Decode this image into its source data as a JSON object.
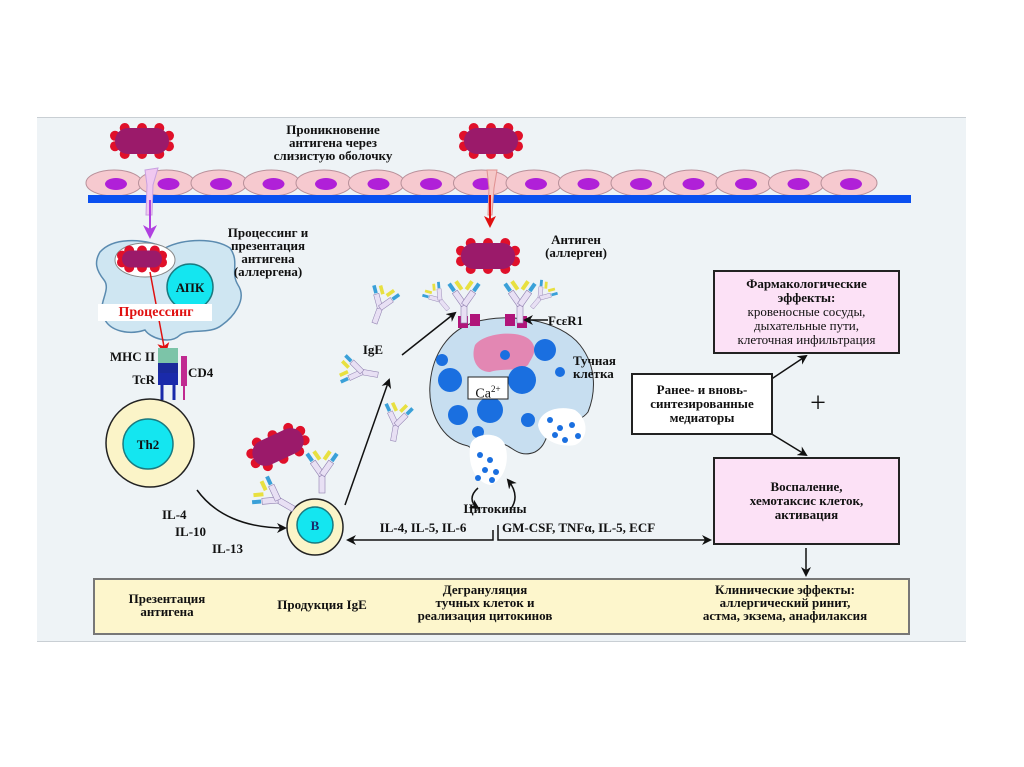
{
  "labels": {
    "penetration": [
      "Проникновение",
      "антигена через",
      "слизистую оболочку"
    ],
    "processing_presentation": [
      "Процессинг и",
      "презентация",
      "антигена",
      "(аллергена)"
    ],
    "apc": "АПК",
    "processing": "Процессинг",
    "mhc": "MHC II",
    "tcr": "TcR",
    "cd4": "CD4",
    "th2": "Th2",
    "b_cell": "B",
    "il_left": [
      "IL-4",
      "IL-10",
      "IL-13"
    ],
    "ige": "IgE",
    "antigen": [
      "Антиген",
      "(аллерген)"
    ],
    "fceri": "FcεR1",
    "mast_cell": [
      "Тучная",
      "клетка"
    ],
    "calcium": "Ca",
    "calcium_sup": "2+",
    "cytokines": "Цитокины",
    "il_mid": "IL-4, IL-5, IL-6",
    "cytokines_right": "GM-CSF, TNFα, IL-5, ECF",
    "plus": "+"
  },
  "boxes": {
    "pharmacological": {
      "title": [
        "Фармакологические",
        "эффекты:"
      ],
      "body": [
        "кровеносные сосуды,",
        "дыхательные пути,",
        "клеточная инфильтрация"
      ]
    },
    "mediators": [
      "Ранее- и вновь-",
      "синтезированные",
      "медиаторы"
    ],
    "inflammation": [
      "Воспаление,",
      "хемотаксис клеток,",
      "активация"
    ]
  },
  "bottom_flow": {
    "step1": [
      "Презентация",
      "антигена"
    ],
    "step2": "Продукция IgE",
    "step3": [
      "Дегрануляция",
      "тучных клеток и",
      "реализация цитокинов"
    ],
    "step4": [
      "Клинические эффекты:",
      "аллергический ринит,",
      "астма, экзема, анафилаксия"
    ]
  },
  "colors": {
    "antigen": "#9b1a6a",
    "antigen_dots": "#e0102a",
    "epithelium": "#f6c9cf",
    "nucleus": "#b020d8",
    "membrane": "#0a4ff0",
    "apc_body": "#cfe6f2",
    "cyan": "#14e6f0",
    "cell_outer": "#fbf4c8",
    "mast_body": "#c7def0",
    "granule": "#1a6fe0",
    "box_fill": "#fce1f6",
    "bottom_fill": "#fdf6cc"
  }
}
